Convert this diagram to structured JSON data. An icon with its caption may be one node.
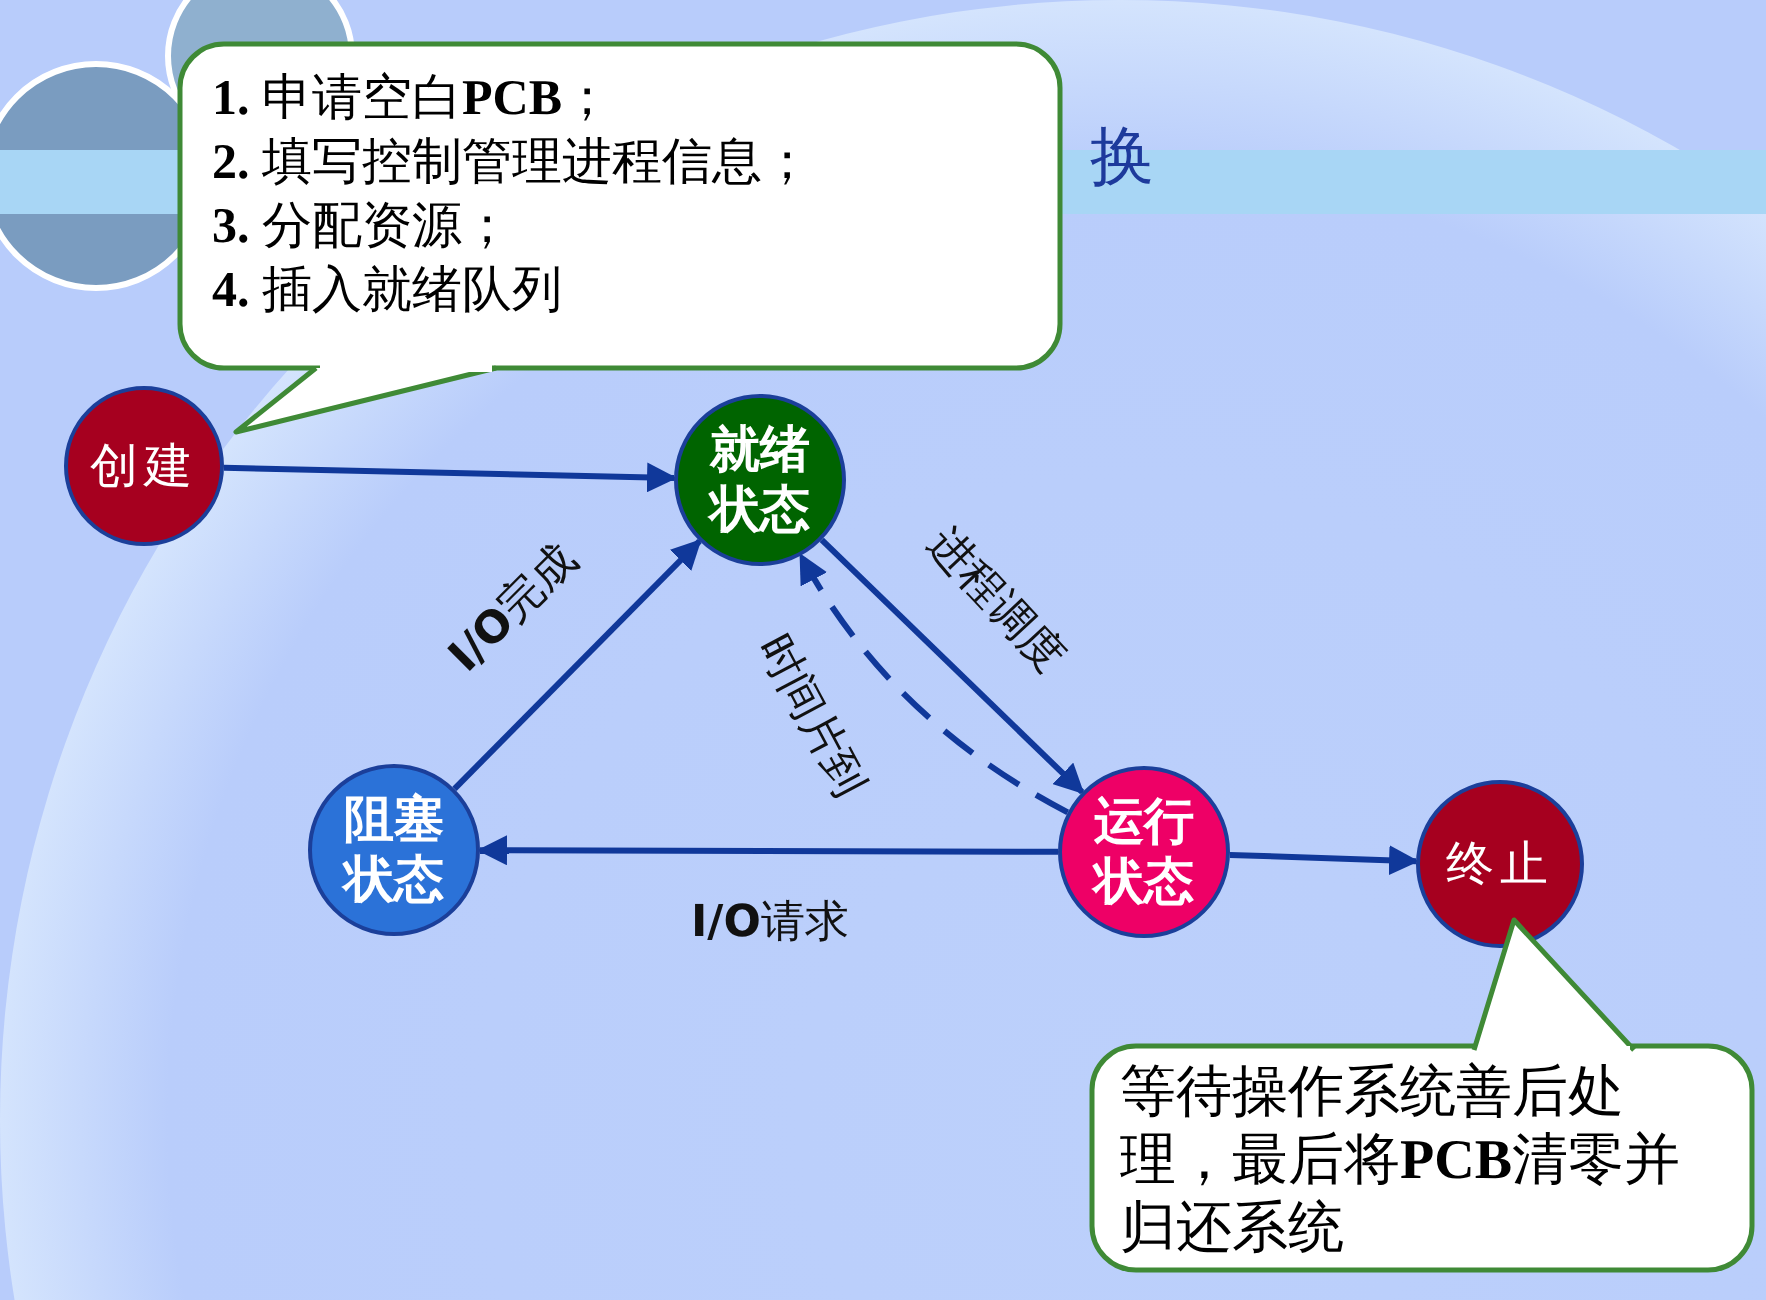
{
  "diagram": {
    "nodes": [
      {
        "text": [
          "**1.** 申请空白**PCB**；",
          "**2.** 填写控制管理进程信息；",
          "**3.** 分配资源；",
          "**4.** 插入就绪队列"
        ]
      },
      {
        "text": [
          "创建"
        ]
      },
      {
        "text": [
          "就绪状态"
        ]
      },
      {
        "text": [
          "阻塞状态"
        ]
      },
      {
        "text": [
          "运行状态"
        ]
      },
      {
        "text": [
          "终止"
        ]
      },
      {
        "text": [
          "等待操作系统善后处理，最后将**PCB**清零并归还系统"
        ]
      }
    ],
    "edges": [
      {
        "from": 1,
        "to": 2,
        "arrow": "to"
      },
      {
        "from": 2,
        "to": 4,
        "arrow": "to",
        "label": "进程调度"
      },
      {
        "from": 4,
        "to": 2,
        "arrow": "to",
        "style": "dashed",
        "label": "时间片到"
      },
      {
        "from": 3,
        "to": 2,
        "arrow": "to",
        "label": "**I/O**完成"
      },
      {
        "from": 4,
        "to": 3,
        "arrow": "to",
        "label": "**I/O**请求"
      },
      {
        "from": 4,
        "to": 5,
        "arrow": "to"
      }
    ],
    "labels": [
      "换"
    ]
  }
}
